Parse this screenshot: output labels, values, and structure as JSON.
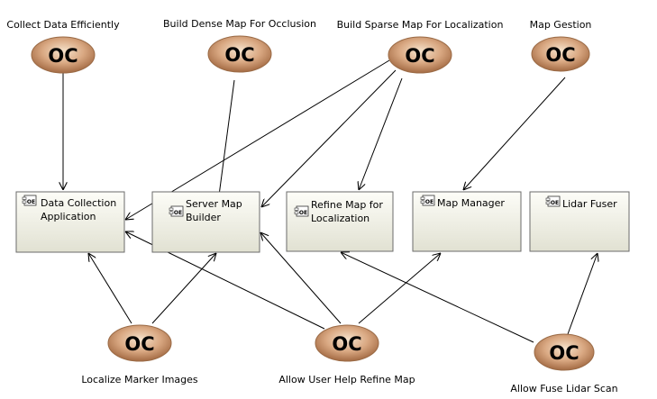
{
  "goals": [
    {
      "id": "g1",
      "label": "Collect Data Efficiently",
      "badge": "OC"
    },
    {
      "id": "g2",
      "label": "Build Dense Map For Occlusion",
      "badge": "OC"
    },
    {
      "id": "g3",
      "label": "Build Sparse Map For Localization",
      "badge": "OC"
    },
    {
      "id": "g4",
      "label": "Map Gestion",
      "badge": "OC"
    },
    {
      "id": "g5",
      "label": "Localize Marker Images",
      "badge": "OC"
    },
    {
      "id": "g6",
      "label": "Allow User Help Refine Map",
      "badge": "OC"
    },
    {
      "id": "g7",
      "label": "Allow Fuse Lidar Scan",
      "badge": "OC"
    }
  ],
  "components": [
    {
      "id": "c1",
      "icon": "oe-component-icon",
      "icon_text": "OE",
      "lines": [
        "Data Collection",
        "Application"
      ]
    },
    {
      "id": "c2",
      "icon": "oe-component-icon",
      "icon_text": "OE",
      "lines": [
        "Server Map",
        "Builder"
      ]
    },
    {
      "id": "c3",
      "icon": "oe-component-icon",
      "icon_text": "OE",
      "lines": [
        "Refine Map for",
        "Localization"
      ]
    },
    {
      "id": "c4",
      "icon": "oe-component-icon",
      "icon_text": "OE",
      "lines": [
        "Map Manager"
      ]
    },
    {
      "id": "c5",
      "icon": "oe-component-icon",
      "icon_text": "OE",
      "lines": [
        "Lidar Fuser"
      ]
    }
  ],
  "links": [
    {
      "from": "g1",
      "to": "c1"
    },
    {
      "from": "g2",
      "to": "c2"
    },
    {
      "from": "g3",
      "to": "c1"
    },
    {
      "from": "g3",
      "to": "c2"
    },
    {
      "from": "g3",
      "to": "c3"
    },
    {
      "from": "g4",
      "to": "c4"
    },
    {
      "from": "g5",
      "to": "c1"
    },
    {
      "from": "g5",
      "to": "c2"
    },
    {
      "from": "g6",
      "to": "c1"
    },
    {
      "from": "g6",
      "to": "c2"
    },
    {
      "from": "g6",
      "to": "c3"
    },
    {
      "from": "g6",
      "to": "c4"
    },
    {
      "from": "g7",
      "to": "c3"
    },
    {
      "from": "g7",
      "to": "c5"
    }
  ],
  "colors": {
    "oval_light": "#f3dcc3",
    "oval_dark": "#a9714a",
    "box_light": "#fcfcf6",
    "box_dark": "#e0e0d0",
    "stroke": "#000000"
  }
}
